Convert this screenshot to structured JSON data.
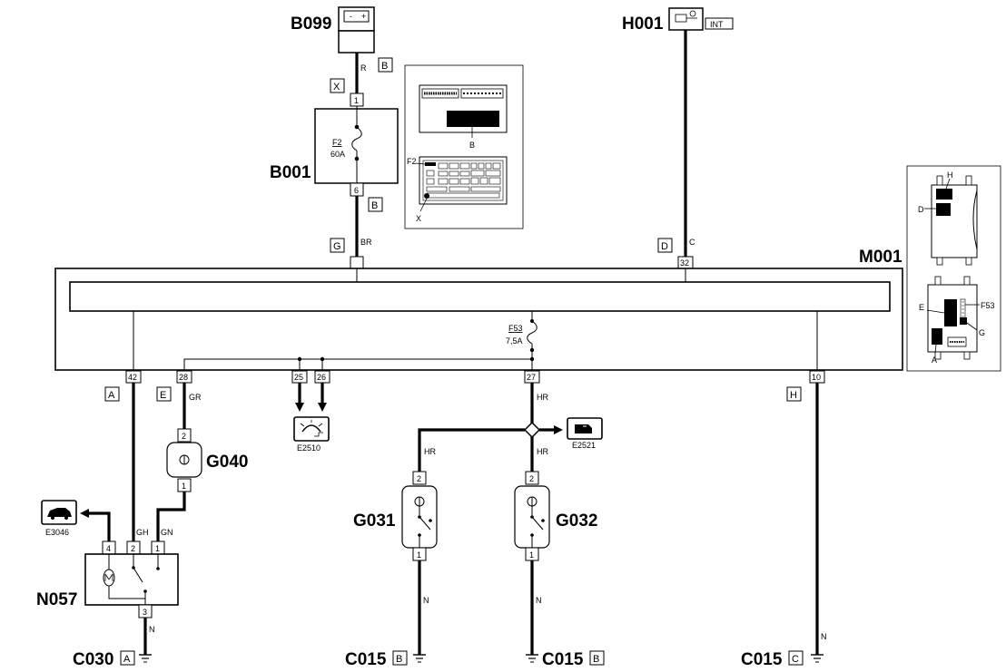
{
  "components": {
    "b099": "B099",
    "h001": "H001",
    "h001_tag": "INT",
    "b001": "B001",
    "m001": "M001",
    "g040": "G040",
    "g031": "G031",
    "g032": "G032",
    "n057": "N057",
    "c030": "C030",
    "c015_b1": "C015",
    "c015_b2": "C015",
    "c015_c": "C015",
    "e2510": "E2510",
    "e2521": "E2521",
    "e3046": "E3046"
  },
  "fuses": {
    "f2_name": "F2",
    "f2_rating": "60A",
    "f53_name": "F53",
    "f53_rating": "7,5A"
  },
  "connector_tags": {
    "x": "X",
    "b_top": "B",
    "b_mid": "B",
    "g": "G",
    "d": "D",
    "a": "A",
    "e": "E",
    "h": "H",
    "gnd_a": "A",
    "gnd_b1": "B",
    "gnd_b2": "B",
    "gnd_c": "C"
  },
  "pins": {
    "b001_in": "1",
    "b001_out": "6",
    "m001_32": "32",
    "m001_42": "42",
    "m001_28": "28",
    "m001_25": "25",
    "m001_26": "26",
    "m001_27": "27",
    "m001_10": "10",
    "g040_top": "2",
    "g040_bot": "1",
    "g031_top": "2",
    "g031_bot": "1",
    "g032_top": "2",
    "g032_bot": "1",
    "n057_4": "4",
    "n057_2": "2",
    "n057_1": "1",
    "n057_3": "3"
  },
  "wire_colors": {
    "r": "R",
    "br": "BR",
    "c": "C",
    "gr": "GR",
    "hr_27": "HR",
    "hr_g031": "HR",
    "hr_g032": "HR",
    "gh": "GH",
    "gn": "GN",
    "n_c030": "N",
    "n_g031": "N",
    "n_g032": "N",
    "n_c015c": "N"
  },
  "locator_labels": {
    "b001_b": "B",
    "b001_f2": "F2",
    "b001_x": "X",
    "m001_h": "H",
    "m001_d": "D",
    "m001_e": "E",
    "m001_f53": "F53",
    "m001_g": "G",
    "m001_a": "A"
  },
  "battery_symbols": {
    "minus": "-",
    "plus": "+"
  }
}
